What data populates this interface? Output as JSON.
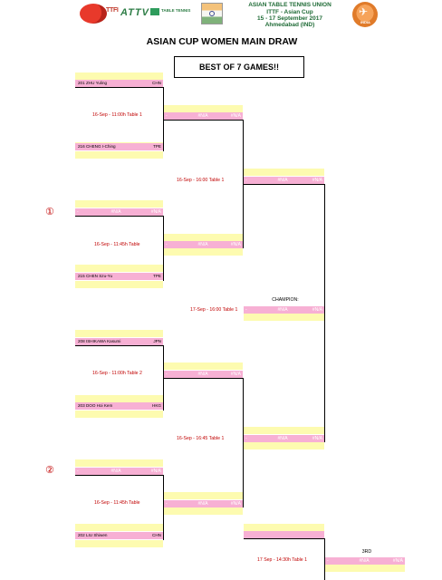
{
  "header": {
    "logo_ttf_text": "TTFI",
    "logo_attv_text": "ATTV",
    "logo_tabletennis_text": "TABLE TENNIS",
    "org_line1": "ASIAN TABLE TENNIS UNION",
    "org_line2": "ITTF - Asian Cup",
    "org_line3": "15 - 17 September 2017",
    "org_line4": "Ahmedabad (IND)",
    "logo_circle_text": "INDIA"
  },
  "title": "ASIAN CUP WOMEN MAIN DRAW",
  "best_of": "BEST OF 7 GAMES!!",
  "na": "#N/A",
  "dash": "-",
  "markers": {
    "m1": "①",
    "m2": "②"
  },
  "r1": [
    {
      "player": "201  ZHU Yuling",
      "assoc": "CHN"
    },
    {
      "player": "216  CHENG I-Ching",
      "assoc": "TPE"
    },
    {
      "player": "-",
      "assoc": "#N/A"
    },
    {
      "player": "215  CHEN Szu-Yu",
      "assoc": "TPE"
    },
    {
      "player": "208  ISHIKAWA Kasumi",
      "assoc": "JPN"
    },
    {
      "player": "203  DOO Hoi Kem",
      "assoc": "HKG"
    },
    {
      "player": "-",
      "assoc": "#N/A"
    },
    {
      "player": "202  LIU Shiwen",
      "assoc": "CHN"
    }
  ],
  "schedule": {
    "s1": "16-Sep - 11:00h Table 1",
    "s2": "16-Sep - 11:45h Table",
    "s3": "16-Sep - 11:00h Table 2",
    "s4": "16-Sep - 11:45h Table",
    "s5": "16-Sep - 16:00 Table 1",
    "s6": "16-Sep - 16:45 Table 1",
    "s7": "17-Sep - 16:00 Table 1",
    "s8": "17 Sep - 14:30h Table 1"
  },
  "champion_label": "CHAMPION:",
  "third_label": "3RD"
}
